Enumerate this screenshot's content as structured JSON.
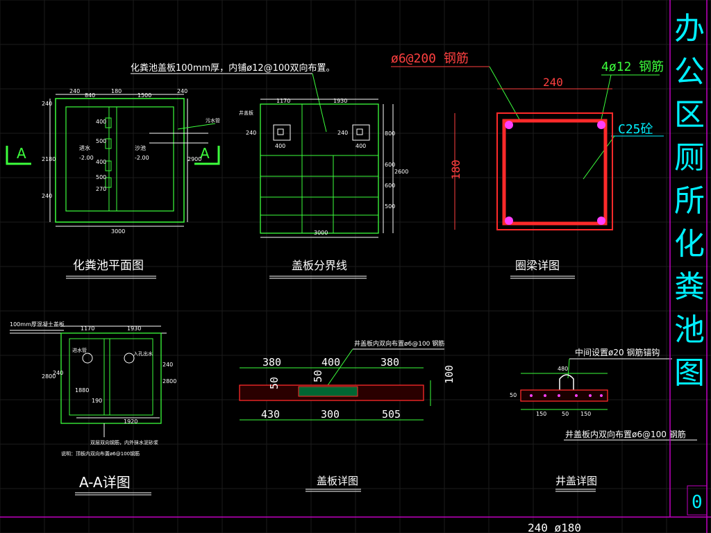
{
  "colors": {
    "background": "#000000",
    "grid": "#1c1c1c",
    "outline": "#3cff3c",
    "dim": "#ffffff",
    "title": "#00f0ff",
    "leader": "#00d000",
    "rebar": "#ff2a2a",
    "rebar_dot": "#ff40ff",
    "frame": "#c000c0",
    "section": "#ffffff"
  },
  "main_title": [
    "办",
    "公",
    "区",
    "厕",
    "所",
    "化",
    "粪",
    "池",
    "图"
  ],
  "sheet_number": "0",
  "bottom_text": "240 ø180",
  "views": {
    "plan": {
      "caption": "化粪池平面图",
      "section_mark": "A",
      "dims_top": [
        "240",
        "840",
        "180",
        "1500",
        "240"
      ],
      "dims_bottom": "3000",
      "dims_left": [
        "240",
        "2180",
        "240"
      ],
      "dims_mid": [
        "400",
        "500",
        "400",
        "500",
        "270"
      ],
      "chamber_left": [
        "进水",
        "-2.00"
      ],
      "chamber_right": [
        "沙池",
        "-2.00"
      ],
      "pipe_label": "污水管",
      "pipe_elev": "2900"
    },
    "cover_grid": {
      "caption": "盖板分界线",
      "note": "化粪池盖板100mm厚，内铺ø12@100双向布置。",
      "dims_top": [
        "1170",
        "1930"
      ],
      "dims_right": [
        "800",
        "600",
        "600",
        "500"
      ],
      "dims_total_right": "2600",
      "dims_bottom": "3000",
      "hole_label": "井盖板",
      "hole_dims": [
        "240",
        "400",
        "400",
        "240"
      ]
    },
    "ring_beam": {
      "caption": "圈梁详图",
      "stirrup_label": "ø6@200 钢筋",
      "main_bar_label": "4ø12 钢筋",
      "concrete_label": "C25砼",
      "width": "240",
      "height": "180"
    },
    "section_aa": {
      "caption": "A-A详图",
      "top_note": "100mm厚混凝土盖板",
      "dims_top": [
        "1170",
        "1930"
      ],
      "dims_left": [
        "2800",
        "240"
      ],
      "dims_right": [
        "240",
        "2800"
      ],
      "dims_inner": [
        "1880",
        "190",
        "1920"
      ],
      "inner_labels": [
        "进水管",
        "入孔出水"
      ],
      "note1": "双层双向钢筋，内外抹水泥砂浆",
      "note2": "说明：顶板内双向布置ø6@100钢筋"
    },
    "cover_detail": {
      "caption": "盖板详图",
      "note": "井盖板内双向布置ø6@100 钢筋",
      "dims_top": [
        "380",
        "400",
        "380"
      ],
      "dims_bottom": [
        "430",
        "300",
        "505"
      ],
      "dims_side": [
        "50",
        "50",
        "100"
      ]
    },
    "well_cover": {
      "caption": "井盖详图",
      "note_top": "中间设置ø20 钢筋锚钩",
      "note_bottom": "井盖板内双向布置ø6@100 钢筋",
      "dims": [
        "480",
        "150",
        "50",
        "150",
        "50"
      ]
    }
  }
}
